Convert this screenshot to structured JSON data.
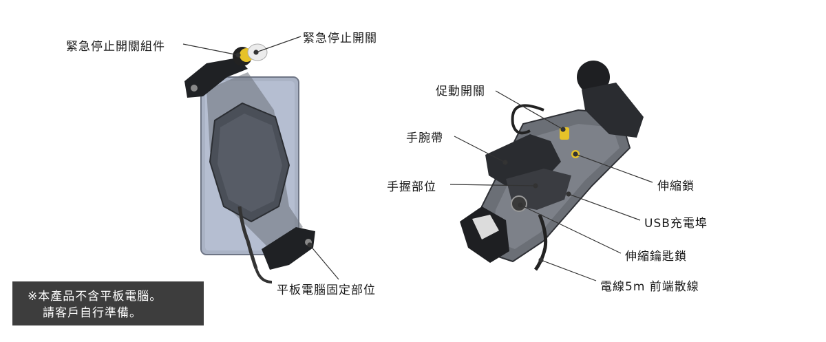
{
  "labels": {
    "estop_assembly": "緊急停止開關組件",
    "estop_switch": "緊急停止開關",
    "tablet_mount": "平板電腦固定部位",
    "enable_switch": "促動開關",
    "wrist_strap": "手腕帶",
    "grip": "手握部位",
    "telescopic_lock": "伸縮鎖",
    "usb_port": "USB充電埠",
    "telescopic_key_lock": "伸縮鑰匙鎖",
    "cable": "電線5m 前端散線"
  },
  "notice": {
    "line1": "※本產品不含平板電腦。",
    "line2": "請客戶自行準備。"
  }
}
